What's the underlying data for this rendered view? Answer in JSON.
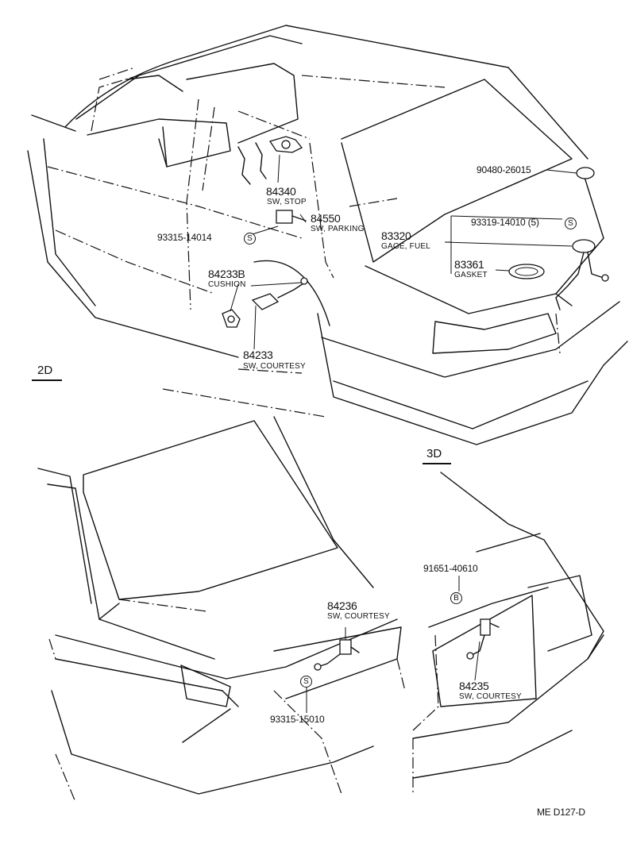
{
  "views": {
    "two_door": {
      "label": "2D"
    },
    "three_door": {
      "label": "3D"
    }
  },
  "parts": {
    "p84340": {
      "number": "84340",
      "desc": "SW, STOP"
    },
    "p84550": {
      "number": "84550",
      "desc": "SW, PARKING"
    },
    "p93315_14014": {
      "number": "93315-14014",
      "symbol": "S"
    },
    "p84233B": {
      "number": "84233B",
      "desc": "CUSHION"
    },
    "p84233": {
      "number": "84233",
      "desc": "SW, COURTESY"
    },
    "p90480_26015": {
      "number": "90480-26015"
    },
    "p93319_14010": {
      "number": "93319-14010 (5)",
      "symbol": "S"
    },
    "p83320": {
      "number": "83320",
      "desc": "GAGE, FUEL"
    },
    "p83361": {
      "number": "83361",
      "desc": "GASKET"
    },
    "p84236": {
      "number": "84236",
      "desc": "SW, COURTESY"
    },
    "p93315_15010": {
      "number": "93315-15010",
      "symbol": "S"
    },
    "p91651_40610": {
      "number": "91651-40610",
      "symbol": "B"
    },
    "p84235": {
      "number": "84235",
      "desc": "SW, COURTESY"
    }
  },
  "drawing_code": "ME  D127-D"
}
